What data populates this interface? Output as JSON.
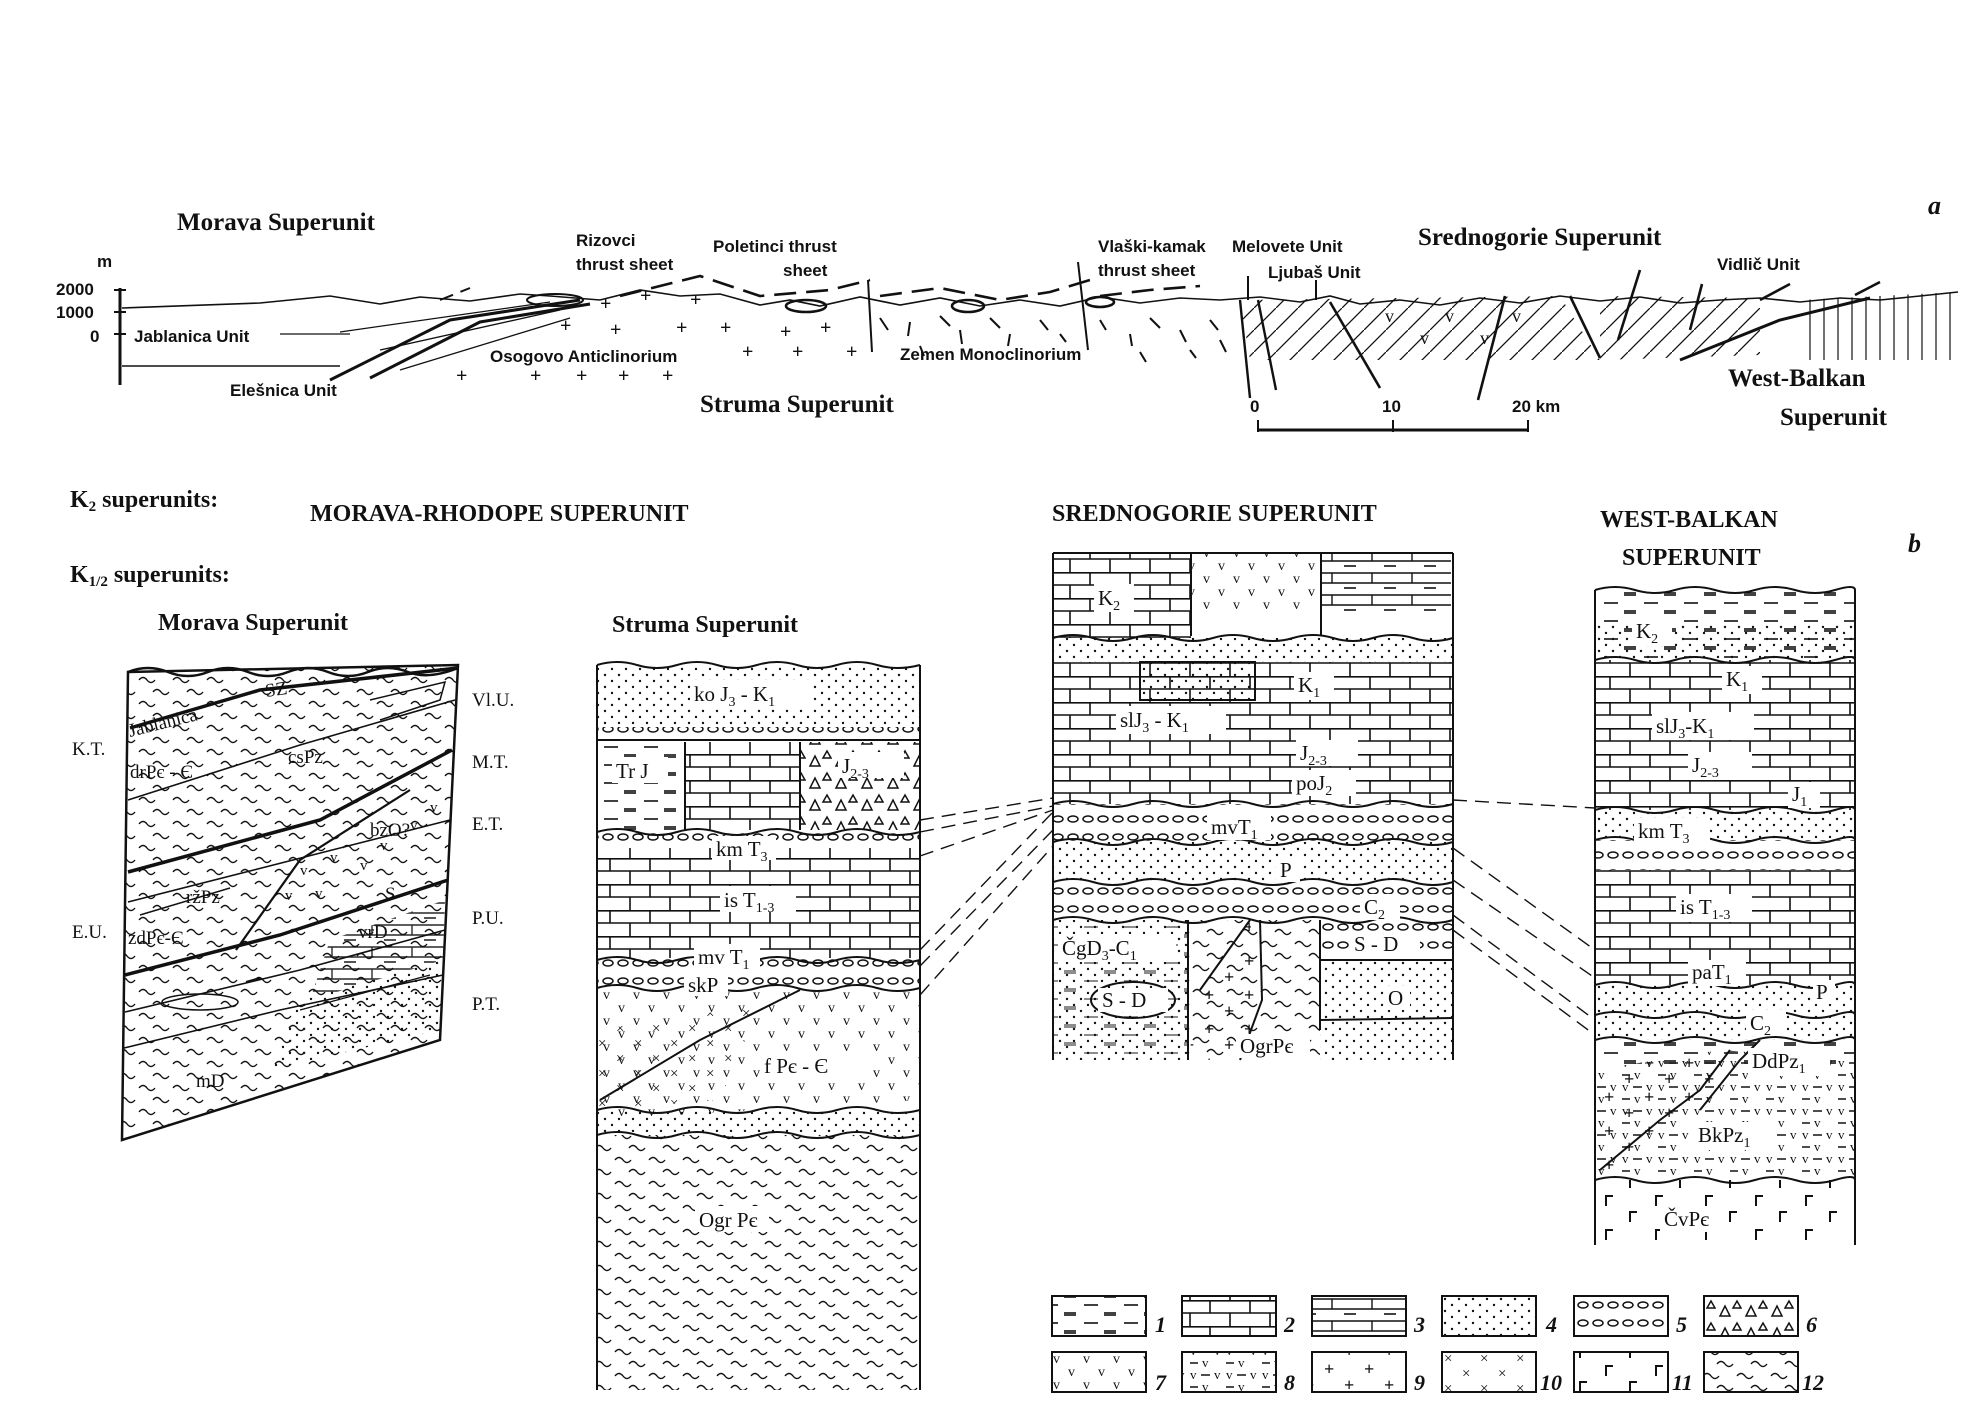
{
  "panel_labels": {
    "a": "a",
    "b": "b"
  },
  "profile": {
    "titles": {
      "morava": "Morava Superunit",
      "srednogorie": "Srednogorie Superunit",
      "struma": "Struma Superunit",
      "west_balkan_1": "West-Balkan",
      "west_balkan_2": "Superunit"
    },
    "labels": {
      "rizovci_1": "Rizovci",
      "rizovci_2": "thrust sheet",
      "poletinci_1": "Poletinci thrust",
      "poletinci_2": "sheet",
      "vlaski_1": "Vlaški-kamak",
      "vlaski_2": "thrust sheet",
      "melovete": "Melovete Unit",
      "ljubas": "Ljubaš Unit",
      "vidlic": "Vidlič Unit",
      "jablanica": "Jablanica Unit",
      "elesnica": "Elešnica Unit",
      "osogovo": "Osogovo Anticlinorium",
      "zemen": "Zemen Monoclinorium"
    },
    "elevation": {
      "unit": "m",
      "ticks": [
        "2000",
        "1000",
        "0"
      ]
    },
    "scale_bar": {
      "ticks": [
        "0",
        "10",
        "20 km"
      ]
    }
  },
  "columns_header": {
    "k2_label": "K",
    "k2_sub": "2",
    "k2_rest": " superunits:",
    "k12_label": "K",
    "k12_sub": "1/2",
    "k12_rest": " superunits:",
    "morava_rhodope": "MORAVA-RHODOPE SUPERUNIT",
    "srednogorie": "SREDNOGORIE SUPERUNIT",
    "west_balkan_1": "WEST-BALKAN",
    "west_balkan_2": "SUPERUNIT",
    "morava": "Morava Superunit",
    "struma": "Struma Superunit"
  },
  "morava_column": {
    "left_labels": [
      "K.T.",
      "E.U."
    ],
    "right_labels": [
      "Vl.U.",
      "M.T.",
      "E.T.",
      "P.U.",
      "P.T."
    ],
    "units": [
      "Jablanica",
      "SZ",
      "drPє - Є",
      "csPz",
      "bzO?",
      "ržPz",
      "S",
      "zdPє-Є",
      "vrD",
      "mD"
    ]
  },
  "struma_column": {
    "units": [
      "ko J",
      "3",
      " - K",
      "1",
      "Tr J",
      "J",
      "2-3",
      "km T",
      "3",
      "is T",
      "1-3",
      "mv T",
      "1",
      "skP",
      "f Pє - Є",
      "Ogr Pє"
    ]
  },
  "srednogorie_column": {
    "units": [
      "K",
      "2",
      "K",
      "1",
      "slJ",
      "3",
      " - K",
      "1",
      "J",
      "2-3",
      "poJ",
      "2",
      "mvT",
      "1",
      "P",
      "C",
      "2",
      "ČgD",
      "3",
      "-C",
      "1",
      "S - D",
      "S - D",
      "O",
      "OgrPє"
    ]
  },
  "west_balkan_column": {
    "units": [
      "K",
      "2",
      "K",
      "1",
      "slJ",
      "3",
      "-K",
      "1",
      "J",
      "2-3",
      "J",
      "1",
      "km T",
      "3",
      "is T",
      "1-3",
      "paT",
      "1",
      "P",
      "C",
      "2",
      "DdPz",
      "1",
      "BkPz",
      "1",
      "ČvPє"
    ]
  },
  "legend": {
    "numbers": [
      "1",
      "2",
      "3",
      "4",
      "5",
      "6",
      "7",
      "8",
      "9",
      "10",
      "11",
      "12"
    ]
  }
}
